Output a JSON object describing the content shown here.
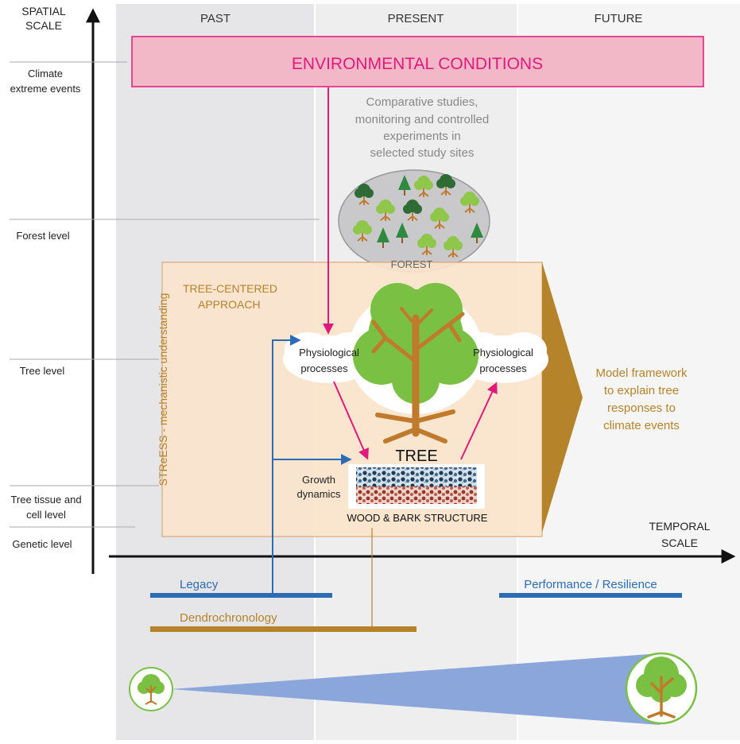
{
  "axes": {
    "spatial_line1": "SPATIAL",
    "spatial_line2": "SCALE",
    "temporal_line1": "TEMPORAL",
    "temporal_line2": "SCALE",
    "spatial_levels": {
      "climate_1": "Climate",
      "climate_2": "extreme events",
      "forest": "Forest level",
      "tree": "Tree level",
      "tissue_1": "Tree tissue and",
      "tissue_2": "cell level",
      "genetic": "Genetic level"
    }
  },
  "periods": {
    "past": "PAST",
    "present": "PRESENT",
    "future": "FUTURE"
  },
  "environment": "ENVIRONMENTAL CONDITIONS",
  "comparative": {
    "line1": "Comparative studies,",
    "line2": "monitoring and controlled",
    "line3": "experiments in",
    "line4": "selected study sites"
  },
  "forest_label": "FOREST",
  "approach": {
    "line1": "TREE-CENTERED",
    "line2": "APPROACH"
  },
  "stress_label": "STReESS - mechanistic understanding",
  "physio_left": {
    "line1": "Physiological",
    "line2": "processes"
  },
  "physio_right": {
    "line1": "Physiological",
    "line2": "processes"
  },
  "tree_label": "TREE",
  "growth": {
    "line1": "Growth",
    "line2": "dynamics"
  },
  "wood_label": "WOOD & BARK STRUCTURE",
  "model": {
    "line1": "Model framework",
    "line2": "to explain tree",
    "line3": "responses to",
    "line4": "climate events"
  },
  "legacy": "Legacy",
  "dendro": "Dendrochronology",
  "performance": "Performance / Resilience",
  "colors": {
    "magenta": "#e0197a",
    "gold": "#b5832a",
    "blue": "#2b6cb5",
    "past_bg": "#e6e6e8",
    "present_bg": "#eeeeef",
    "future_bg": "#f5f5f6",
    "env_fill": "#f2b8c8",
    "approach_fill": "#fbe4cc",
    "leaf_green": "#79c043",
    "dark_green": "#2e7a3a",
    "trunk": "#c07a2c"
  }
}
